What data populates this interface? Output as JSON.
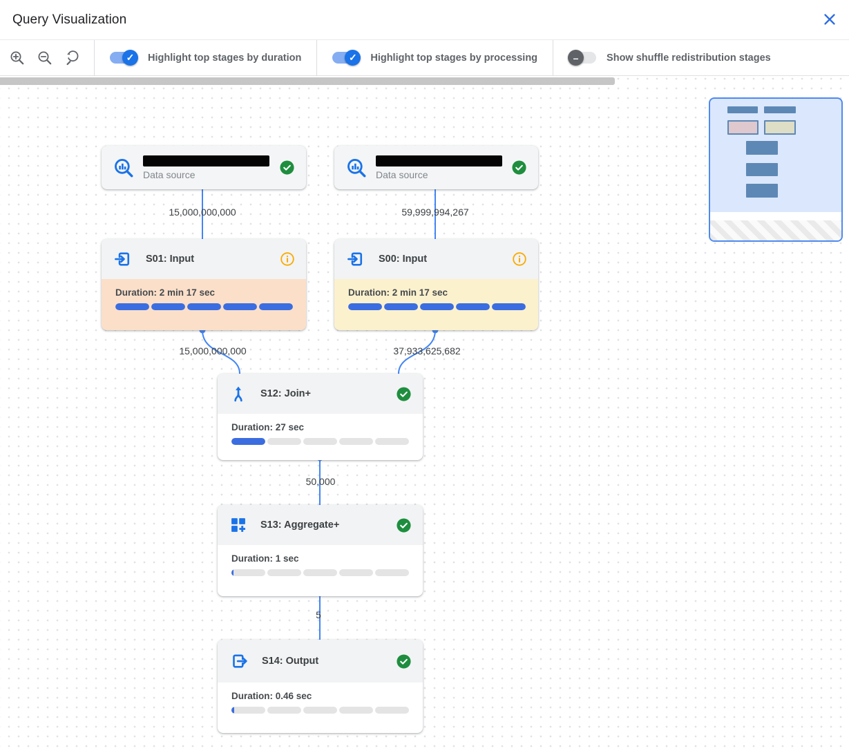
{
  "header": {
    "title": "Query Visualization"
  },
  "toolbar": {
    "zoom_buttons": [
      "zoom-in",
      "zoom-out",
      "zoom-reset"
    ],
    "toggles": [
      {
        "label": "Highlight top stages by duration",
        "state": "on"
      },
      {
        "label": "Highlight top stages by processing",
        "state": "on"
      },
      {
        "label": "Show shuffle redistribution stages",
        "state": "off"
      }
    ]
  },
  "colors": {
    "accent_blue": "#1a73e8",
    "edge_blue": "#4285f4",
    "progress_blue": "#3b6de0",
    "success_green": "#1e8e3e",
    "info_orange": "#f9ab00",
    "highlight_duration": "#fbdfc9",
    "highlight_processing": "#fcf1cd"
  },
  "graph": {
    "nodes": [
      {
        "id": "data-source-1",
        "subtitle": "Data source",
        "name_redacted": true,
        "status": "success"
      },
      {
        "id": "data-source-2",
        "subtitle": "Data source",
        "name_redacted": true,
        "status": "success"
      },
      {
        "id": "S01",
        "title": "S01: Input",
        "duration": "Duration: 2 min 17 sec",
        "status": "info",
        "highlight": "duration",
        "progress": [
          100,
          100,
          100,
          100,
          100
        ]
      },
      {
        "id": "S00",
        "title": "S00: Input",
        "duration": "Duration: 2 min 17 sec",
        "status": "info",
        "highlight": "processing",
        "progress": [
          100,
          100,
          100,
          100,
          100
        ]
      },
      {
        "id": "S12",
        "title": "S12: Join+",
        "duration": "Duration: 27 sec",
        "status": "success",
        "highlight": "none",
        "progress": [
          100,
          0,
          0,
          0,
          0
        ]
      },
      {
        "id": "S13",
        "title": "S13: Aggregate+",
        "duration": "Duration: 1 sec",
        "status": "success",
        "highlight": "none",
        "progress": [
          7,
          0,
          0,
          0,
          0
        ]
      },
      {
        "id": "S14",
        "title": "S14: Output",
        "duration": "Duration: 0.46 sec",
        "status": "success",
        "highlight": "none",
        "progress": [
          9,
          0,
          0,
          0,
          0
        ]
      }
    ],
    "edges": [
      {
        "from": "data-source-1",
        "to": "S01",
        "label": "15,000,000,000"
      },
      {
        "from": "data-source-2",
        "to": "S00",
        "label": "59,999,994,267"
      },
      {
        "from": "S01",
        "to": "S12",
        "label": "15,000,000,000"
      },
      {
        "from": "S00",
        "to": "S12",
        "label": "37,933,625,682"
      },
      {
        "from": "S12",
        "to": "S13",
        "label": "50,000"
      },
      {
        "from": "S13",
        "to": "S14",
        "label": "5"
      }
    ]
  }
}
